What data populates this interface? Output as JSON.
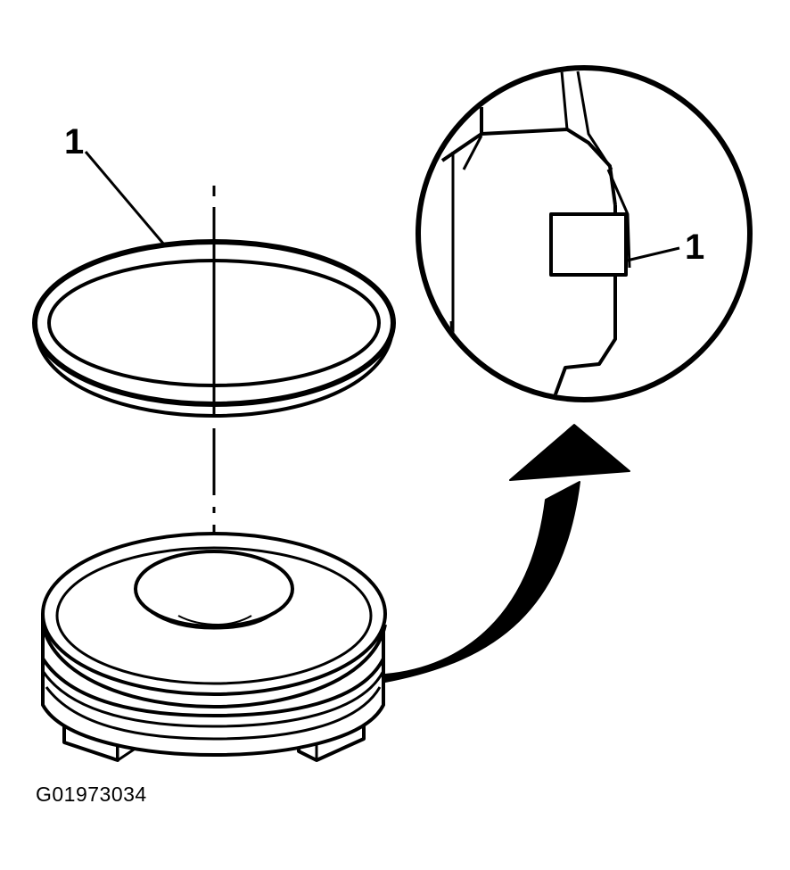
{
  "figure": {
    "id": "G01973034",
    "callouts": {
      "seal_ring": "1",
      "detail_gap": "1"
    },
    "line_color": "#000000",
    "background": "#ffffff"
  }
}
